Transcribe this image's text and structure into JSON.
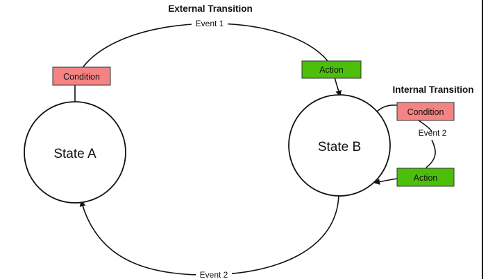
{
  "colors": {
    "condition_fill": "#f48383",
    "action_fill": "#4cbf0a",
    "line": "#111111"
  },
  "headings": {
    "external": "External Transition",
    "internal": "Internal Transition"
  },
  "states": {
    "a": "State A",
    "b": "State B"
  },
  "external_transition": {
    "event": "Event 1",
    "condition": "Condition",
    "action": "Action"
  },
  "internal_transition": {
    "event": "Event 2",
    "condition": "Condition",
    "action": "Action"
  },
  "return_transition": {
    "event": "Event 2"
  }
}
